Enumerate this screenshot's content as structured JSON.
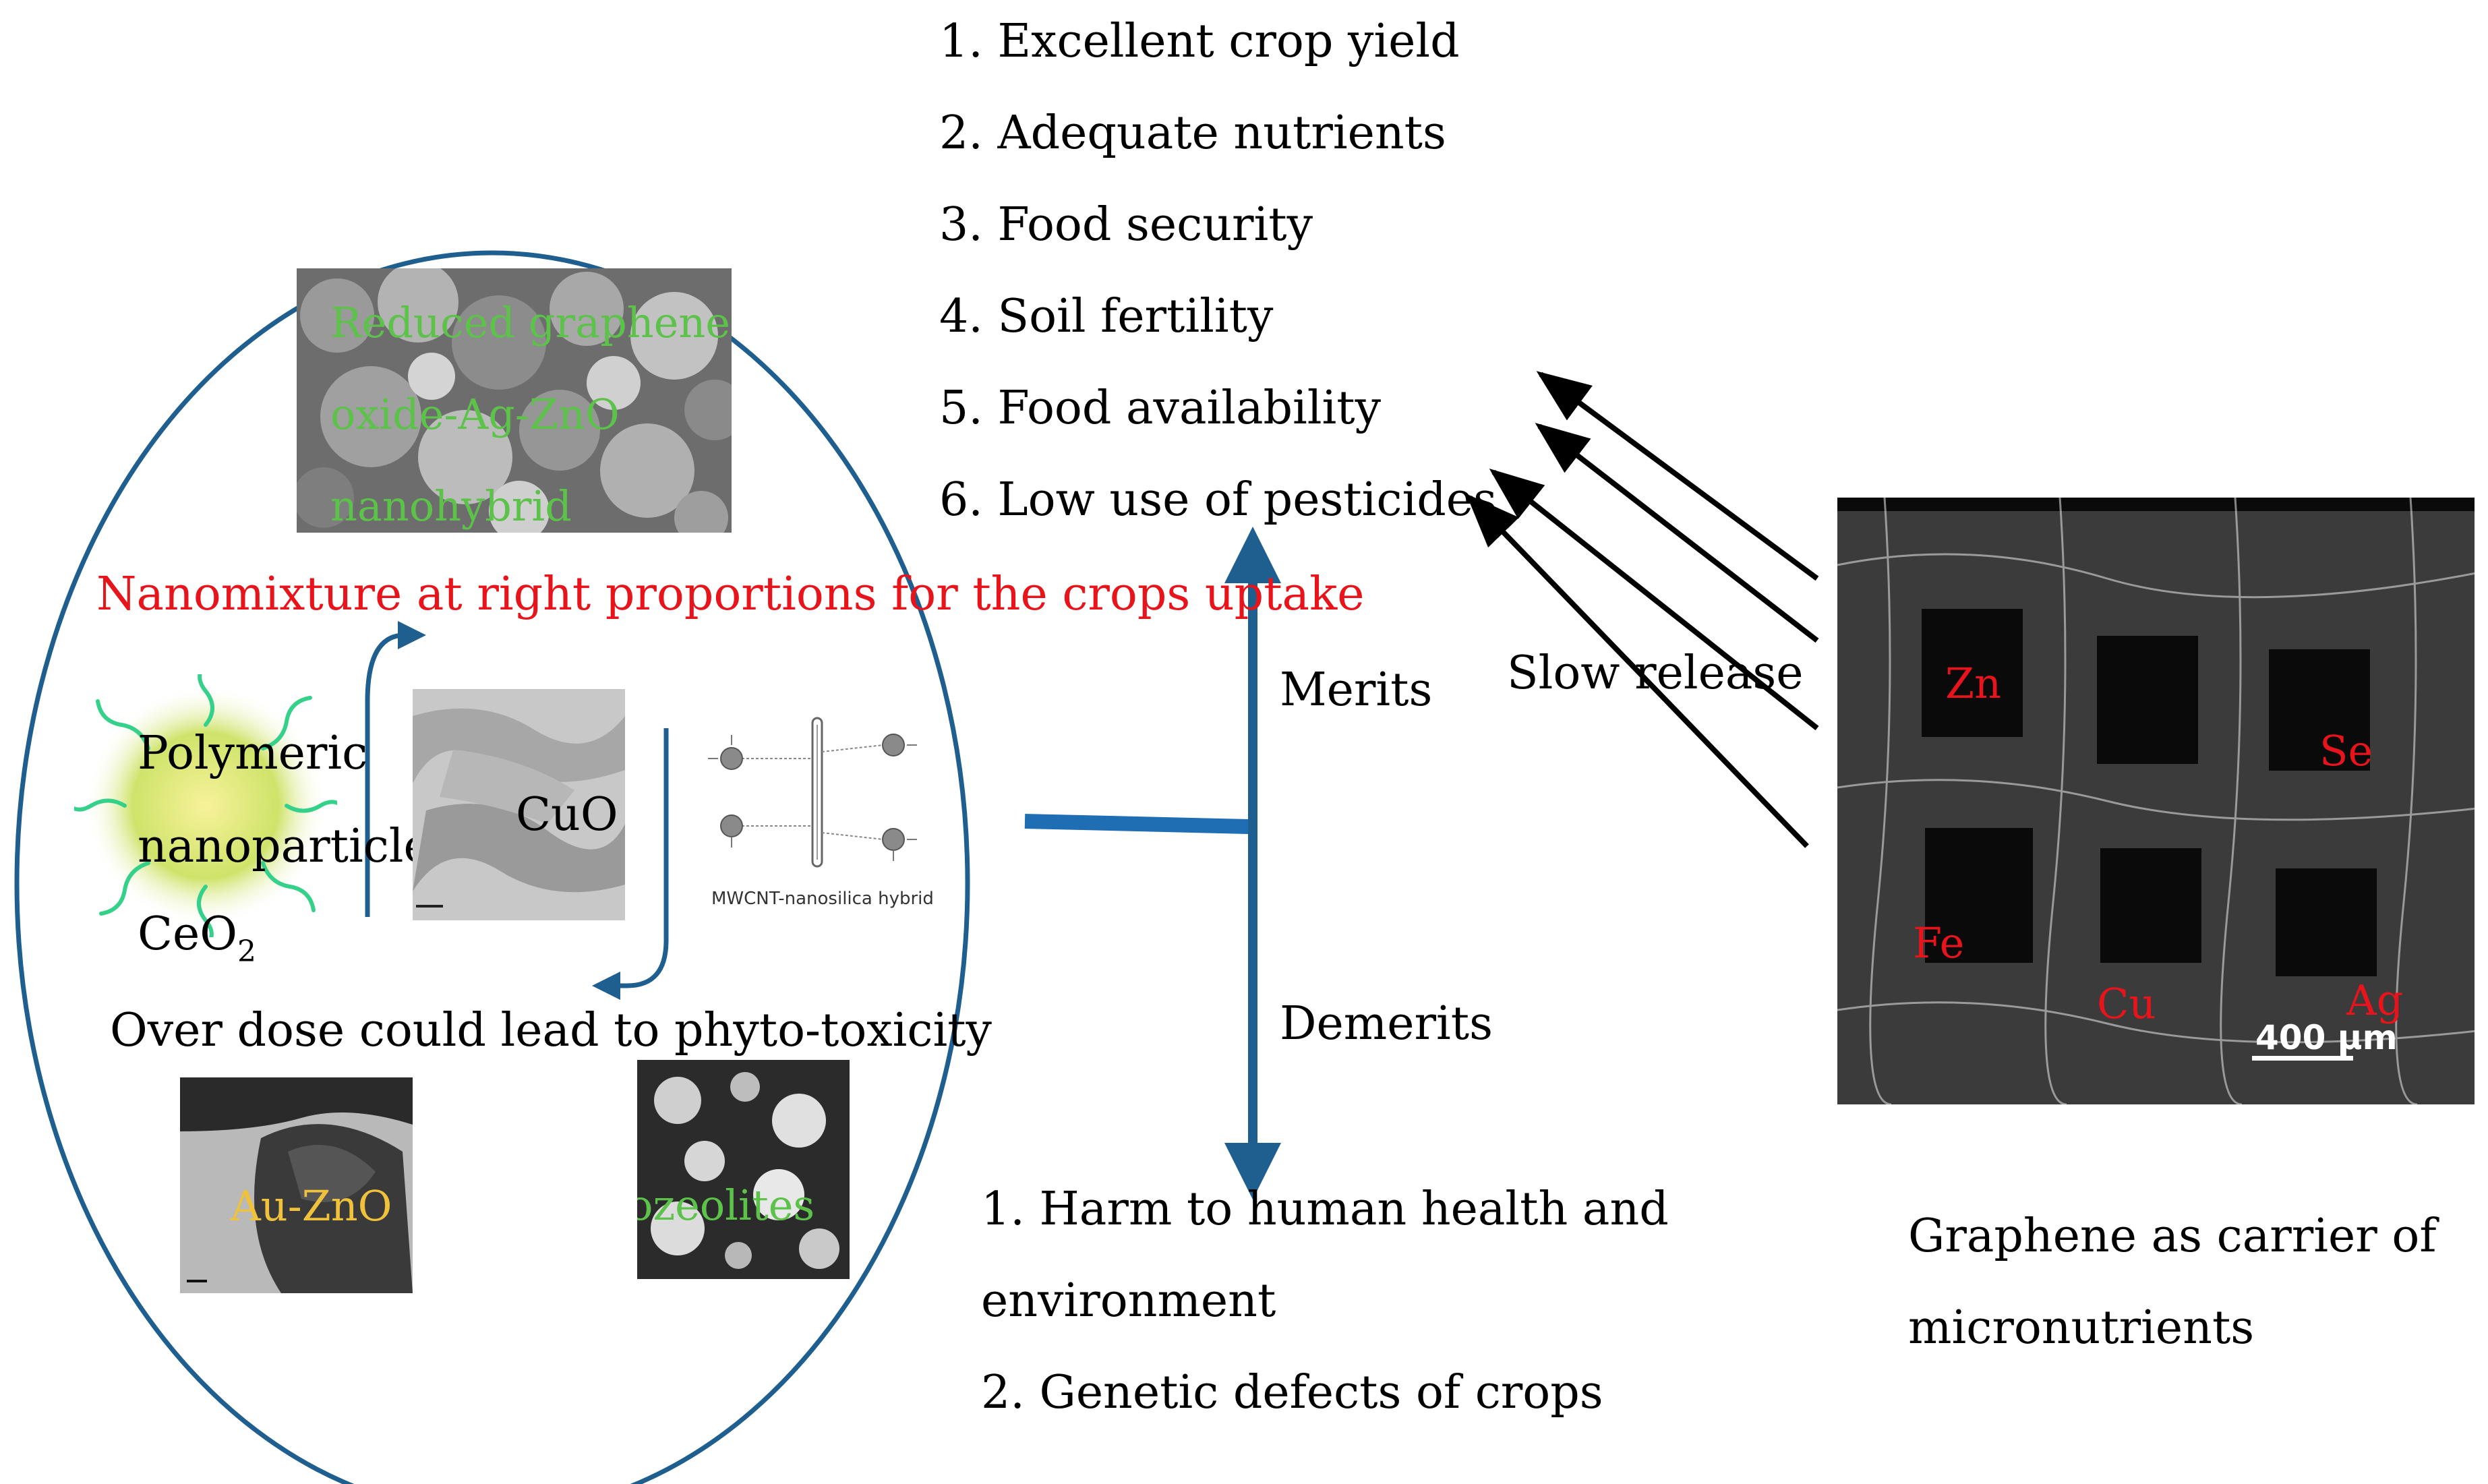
{
  "merits_list": [
    "1. Excellent crop yield",
    "2. Adequate nutrients",
    "3. Food security",
    "4. Soil fertility",
    "5. Food availability",
    "6. Low use of pesticides"
  ],
  "demerits_list": {
    "item1_line1": "1. Harm to human health and",
    "item1_line2": "environment",
    "item2": "2. Genetic defects of crops"
  },
  "merits_label": "Merits",
  "demerits_label": "Demerits",
  "slow_release_label": "Slow release",
  "nanomixture_caption": "Nanomixture at right proportions for the crops uptake",
  "overdose_caption": "Over dose could lead to phyto-toxicity",
  "materials": {
    "rgo_line1": "Reduced graphene",
    "rgo_line2": "oxide-Ag-ZnO",
    "rgo_line3": "nanohybrid",
    "polymeric_line1": "Polymeric",
    "polymeric_line2": "nanoparticle",
    "ceo2": "CeO",
    "ceo2_sub": "2",
    "cuo": "CuO",
    "mwcnt": "MWCNT-nanosilica hybrid",
    "au_zno": "Au-ZnO",
    "nanozeolites": "Nanozeolites"
  },
  "graphene": {
    "caption_line1": "Graphene as carrier of",
    "caption_line2": "micronutrients",
    "scale_bar": "400 µm",
    "elements": [
      "Zn",
      "Se",
      "Fe",
      "Cu",
      "Ag"
    ]
  },
  "colors": {
    "blue": "#1f5f8f",
    "red": "#e8141b",
    "green": "#5cc24a",
    "gold": "#f0c23c"
  }
}
